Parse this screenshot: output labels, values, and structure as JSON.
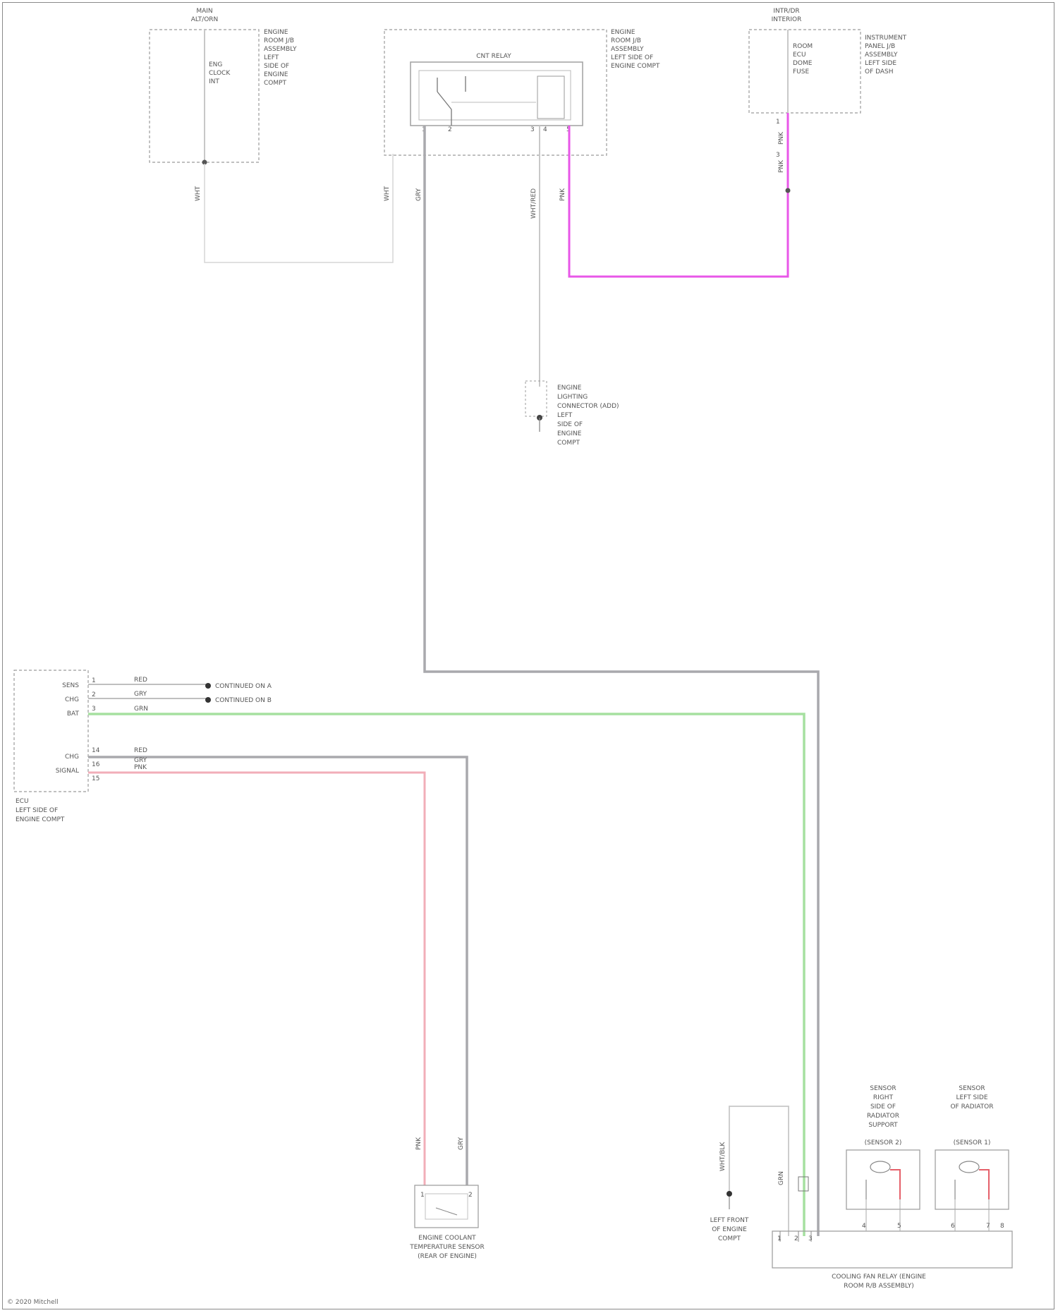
{
  "components": {
    "fuse_top_left": {
      "title": [
        "MAIN",
        "ALT/ORN"
      ],
      "body": [
        "ENG",
        "CLOCK",
        "INT"
      ],
      "location": [
        "ENGINE",
        "ROOM J/B",
        "ASSEMBLY",
        "LEFT",
        "SIDE OF",
        "ENGINE",
        "COMPT"
      ]
    },
    "relay_box": {
      "name": "CNT RELAY",
      "location": [
        "ENGINE",
        "ROOM J/B",
        "ASSEMBLY",
        "LEFT SIDE OF",
        "ENGINE COMPT"
      ]
    },
    "fuse_top_right": {
      "title": [
        "INTR/DR",
        "INTERIOR"
      ],
      "body": [
        "ROOM",
        "ECU",
        "DOME",
        "FUSE"
      ],
      "location": [
        "INSTRUMENT",
        "PANEL J/B",
        "ASSEMBLY",
        "LEFT SIDE",
        "OF DASH"
      ]
    },
    "ground_connector": {
      "lines": [
        "ENGINE",
        "LIGHTING",
        "CONNECTOR (ADD)",
        "LEFT",
        "SIDE OF",
        "ENGINE",
        "COMPT"
      ]
    },
    "ecu_left": {
      "pins": [
        "SENS",
        "CHG",
        "BAT",
        "CHG",
        "SIGNAL"
      ],
      "location": [
        "ECU",
        "LEFT SIDE OF",
        "ENGINE COMPT"
      ]
    },
    "bottom_sensor": {
      "lines": [
        "ENGINE COOLANT",
        "TEMPERATURE SENSOR",
        "(REAR OF ENGINE)"
      ]
    },
    "ground_point_bottom": {
      "lines": [
        "LEFT FRONT",
        "OF ENGINE",
        "COMPT"
      ]
    },
    "lamp_right_a": {
      "header": [
        "SENSOR",
        "RIGHT",
        "SIDE OF",
        "RADIATOR",
        "SUPPORT"
      ],
      "body": [
        "(SENSOR 2)"
      ]
    },
    "lamp_right_b": {
      "header": [
        "SENSOR",
        "LEFT SIDE",
        "OF RADIATOR"
      ],
      "body": [
        "(SENSOR 1)"
      ]
    },
    "bottom_assembly": {
      "lines": [
        "COOLING FAN RELAY (ENGINE",
        "ROOM R/B ASSEMBLY)"
      ]
    }
  },
  "wire_labels": {
    "w_fuse_left": "WHT",
    "w_relay_left": "WHT",
    "w_gray_main": "GRY",
    "w_relay_mid": "WHT/RED",
    "w_relay_right": "PNK",
    "w_pink_top": "PNK",
    "w_pink_near": "PNK",
    "w_ecu_a": "RED",
    "w_ecu_b": "GRY",
    "w_ecu_c": "GRN",
    "w_ecu_d": "RED",
    "w_ecu_e": "GRY",
    "w_ecu_f": "PNK",
    "w_sensor_a": "PNK",
    "w_sensor_b": "GRY",
    "w_gnd_bottom": "WHT/BLK",
    "w_grn_bottom": "GRN"
  },
  "pins": {
    "ecu": [
      "1",
      "2",
      "3",
      "14",
      "16",
      "15"
    ],
    "sensor": [
      "1",
      "2"
    ],
    "relay_top": [
      "1",
      "2",
      "3",
      "4",
      "5"
    ],
    "fuse_right": [
      "1",
      "3"
    ],
    "assembly": [
      "1",
      "2",
      "3",
      "4",
      "5",
      "6",
      "7",
      "8"
    ]
  },
  "callouts": {
    "to_a": "CONTINUED ON A",
    "to_b": "CONTINUED ON B"
  },
  "footer": {
    "source": "© 2020 Mitchell"
  },
  "colors": {
    "gray_wire": "#a9a9ad",
    "pink_wire": "#e857e8",
    "green_wire": "#a6e0a0",
    "light_pink_wire": "#f2aeb8",
    "red_wire": "#e5606a",
    "thin_wire": "#c8c8c8",
    "dash": "#9b9b9b"
  }
}
